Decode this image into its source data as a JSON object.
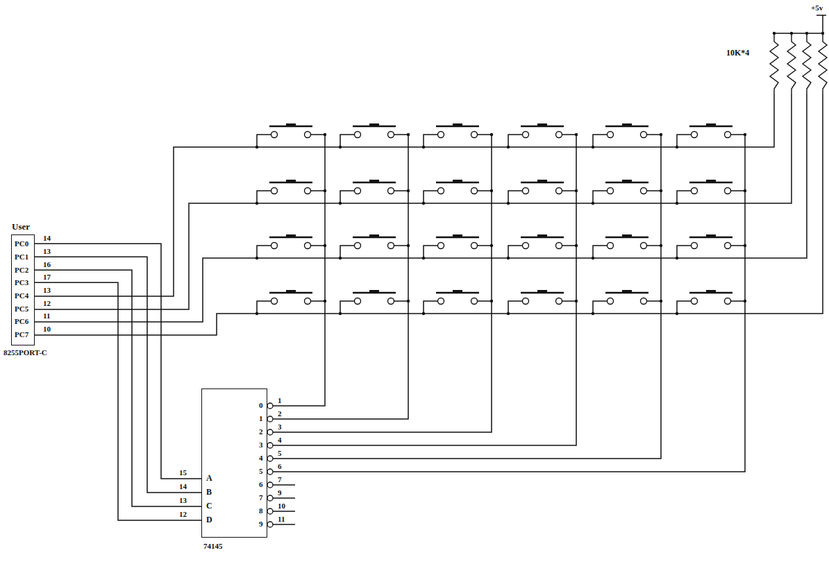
{
  "diagram": {
    "nodes": [
      {
        "text": [
          "User",
          "PC0",
          "PC1",
          "PC2",
          "PC3",
          "PC4",
          "PC5",
          "PC6",
          "PC7",
          "8255PORT-C"
        ]
      },
      {
        "text": [
          "A",
          "B",
          "C",
          "D",
          "0",
          "1",
          "2",
          "3",
          "4",
          "5",
          "6",
          "7",
          "8",
          "9",
          "74145"
        ]
      }
    ],
    "edges": [
      {
        "from": 0,
        "to": 1,
        "arrow": "none"
      },
      {
        "from": 0,
        "to": 1,
        "arrow": "none"
      },
      {
        "from": 0,
        "to": 1,
        "arrow": "none"
      },
      {
        "from": 0,
        "to": 1,
        "arrow": "none"
      }
    ],
    "labels": [
      "+5v",
      "10K*4",
      "14",
      "13",
      "16",
      "17",
      "13",
      "12",
      "11",
      "10",
      "15",
      "14",
      "13",
      "12",
      "1",
      "2",
      "3",
      "4",
      "5",
      "6",
      "7",
      "9",
      "10",
      "11"
    ]
  }
}
